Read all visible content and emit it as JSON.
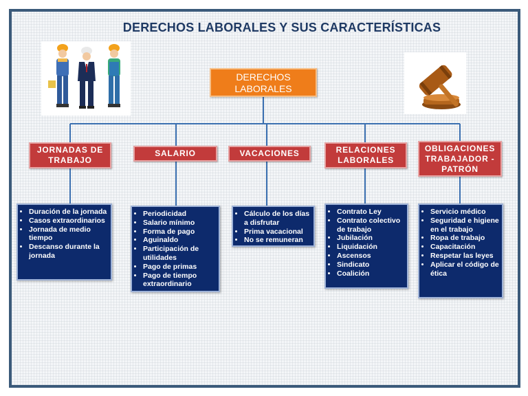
{
  "title": "DERECHOS LABORALES Y SUS CARACTERÍSTICAS",
  "root": "DERECHOS\nLABORALES",
  "categories": [
    {
      "label": "JORNADAS DE\nTRABAJO",
      "items": [
        "Duración de la jornada",
        "Casos extraordinarios",
        "Jornada de medio tiempo",
        "Descanso durante la jornada"
      ]
    },
    {
      "label": "SALARIO",
      "items": [
        "Periodicidad",
        "Salario mínimo",
        "Forma de pago",
        "Aguinaldo",
        "Participación de utilidades",
        "Pago de primas",
        "Pago de tiempo extraordinario"
      ]
    },
    {
      "label": "VACACIONES",
      "items": [
        "Cálculo de los días a disfrutar",
        "Prima vacacional",
        "No se remuneran"
      ]
    },
    {
      "label": "RELACIONES\nLABORALES",
      "items": [
        "Contrato Ley",
        "Contrato colectivo de trabajo",
        "Jubilación",
        "Liquidación",
        "Ascensos",
        "Sindicato",
        "Coalición"
      ]
    },
    {
      "label": "OBLIGACIONES\nTRABAJADOR -\nPATRÓN",
      "items": [
        "Servicio médico",
        "Seguridad e higiene en el trabajo",
        "Ropa de trabajo",
        "Capacitación",
        "Respetar las leyes",
        "Aplicar el código de ética"
      ]
    }
  ],
  "colors": {
    "root": "#ef7d1a",
    "category": "#c23b3b",
    "detail": "#0d2a6c",
    "connector": "#3a6fb0",
    "title": "#1f3a64"
  },
  "icons": [
    "workers-illustration",
    "gavel-icon"
  ]
}
